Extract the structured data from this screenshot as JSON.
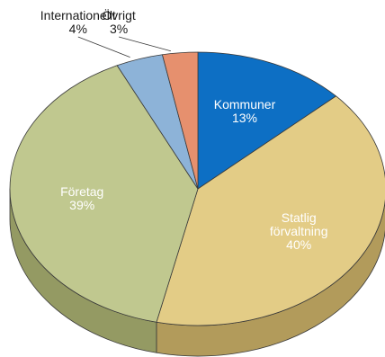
{
  "chart_data": {
    "type": "pie",
    "style": "3d",
    "title": "",
    "slices": [
      {
        "label": "Kommuner",
        "pct_label": "13%",
        "value": 13,
        "color": "#0d6fc4",
        "side_color": "#084a86",
        "label_lines": [
          "Kommuner"
        ],
        "label_pos": "inside"
      },
      {
        "label": "Statlig förvaltning",
        "pct_label": "40%",
        "value": 40,
        "color": "#e3cc86",
        "side_color": "#b29b5b",
        "label_lines": [
          "Statlig",
          "förvaltning"
        ],
        "label_pos": "inside"
      },
      {
        "label": "Företag",
        "pct_label": "39%",
        "value": 39,
        "color": "#c0c88f",
        "side_color": "#949a63",
        "label_lines": [
          "Företag"
        ],
        "label_pos": "inside"
      },
      {
        "label": "Internationellt",
        "pct_label": "4%",
        "value": 4,
        "color": "#8db3d8",
        "side_color": "#5f83a8",
        "label_lines": [
          "Internationellt"
        ],
        "label_pos": "outside"
      },
      {
        "label": "Övrigt",
        "pct_label": "3%",
        "value": 3,
        "color": "#e6906e",
        "side_color": "#ad6045",
        "label_lines": [
          "Övrigt"
        ],
        "label_pos": "outside"
      }
    ]
  }
}
